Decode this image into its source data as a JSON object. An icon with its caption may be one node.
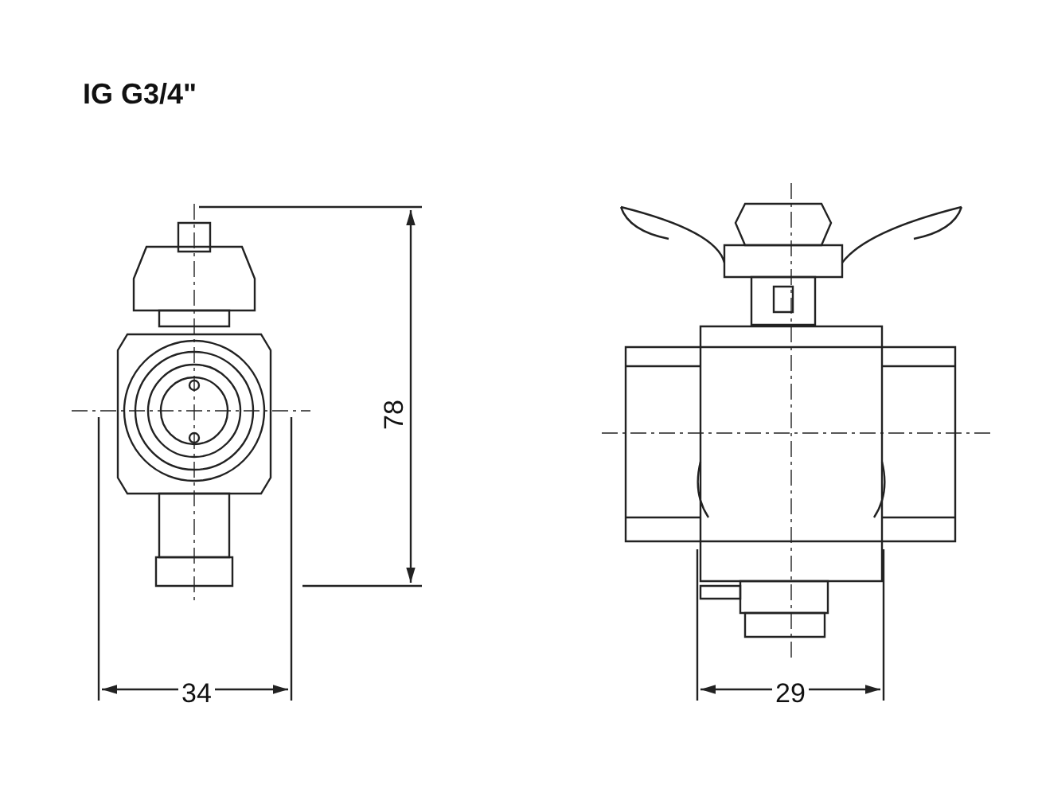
{
  "diagram": {
    "title": "IG G3/4\"",
    "labels": [
      "78",
      "34",
      "29"
    ]
  }
}
